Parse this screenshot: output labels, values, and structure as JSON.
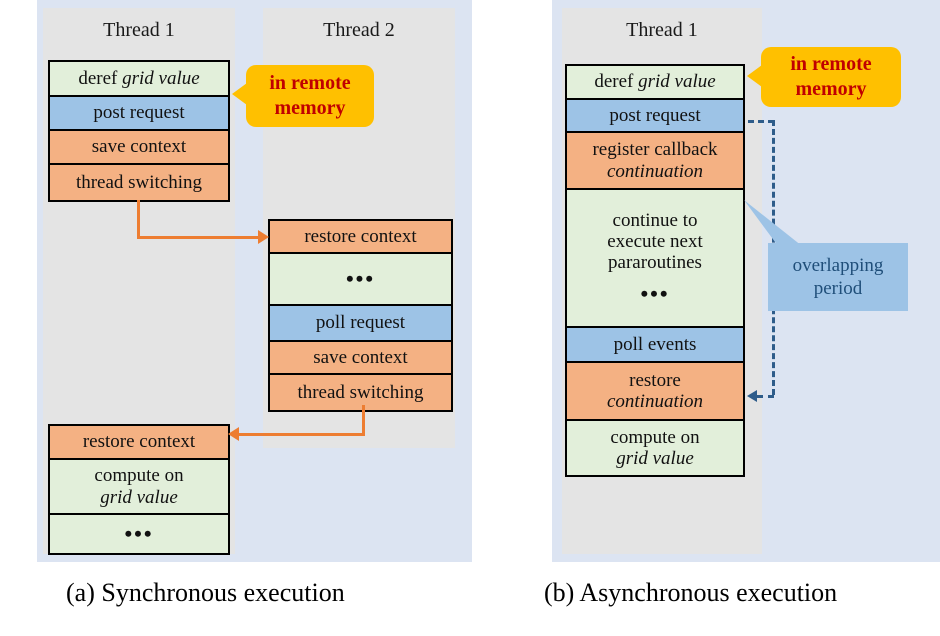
{
  "figure": {
    "panels": [
      {
        "id": "a",
        "caption": "(a) Synchronous execution",
        "columns": [
          {
            "title": "Thread 1",
            "stacks": [
              {
                "cells": [
                  {
                    "text": "deref grid value",
                    "italic_part": "grid value",
                    "color": "green"
                  },
                  {
                    "text": "post request",
                    "color": "blue"
                  },
                  {
                    "text": "save context",
                    "color": "orange"
                  },
                  {
                    "text": "thread switching",
                    "color": "orange"
                  }
                ]
              },
              {
                "cells": [
                  {
                    "text": "restore context",
                    "color": "orange"
                  },
                  {
                    "text": "compute  on grid value",
                    "italic_part": "grid value",
                    "color": "green"
                  },
                  {
                    "text": "•••",
                    "color": "green"
                  }
                ]
              }
            ]
          },
          {
            "title": "Thread 2",
            "stacks": [
              {
                "cells": [
                  {
                    "text": "restore context",
                    "color": "orange"
                  },
                  {
                    "text": "•••",
                    "color": "green"
                  },
                  {
                    "text": "poll request",
                    "color": "blue"
                  },
                  {
                    "text": "save context",
                    "color": "orange"
                  },
                  {
                    "text": "thread switching",
                    "color": "orange"
                  }
                ]
              }
            ]
          }
        ],
        "callouts": [
          {
            "kind": "remote-memory",
            "line1": "in remote",
            "line2": "memory"
          }
        ]
      },
      {
        "id": "b",
        "caption": "(b) Asynchronous execution",
        "columns": [
          {
            "title": "Thread 1",
            "stacks": [
              {
                "cells": [
                  {
                    "text": "deref grid value",
                    "italic_part": "grid value",
                    "color": "green"
                  },
                  {
                    "text": "post request",
                    "color": "blue"
                  },
                  {
                    "text": "register callback continuation",
                    "italic_part": "continuation",
                    "color": "orange"
                  },
                  {
                    "text": "continue to execute next pararoutines •••",
                    "color": "green"
                  },
                  {
                    "text": "poll events",
                    "color": "blue"
                  },
                  {
                    "text": "restore continuation",
                    "italic_part": "continuation",
                    "color": "orange"
                  },
                  {
                    "text": "compute on grid value",
                    "italic_part": "grid value",
                    "color": "green"
                  }
                ]
              }
            ]
          }
        ],
        "callouts": [
          {
            "kind": "remote-memory",
            "line1": "in remote",
            "line2": "memory"
          },
          {
            "kind": "overlapping",
            "line1": "overlapping",
            "line2": "period"
          }
        ]
      }
    ]
  },
  "text": {
    "thread1": "Thread 1",
    "thread2": "Thread 2",
    "deref_prefix": "deref ",
    "grid_value": "grid value",
    "post_request": "post request",
    "save_context": "save context",
    "thread_switching": "thread switching",
    "restore_context": "restore context",
    "compute_on": "compute  on",
    "compute_on_b": "compute on",
    "ellipsis": "•••",
    "poll_request": "poll request",
    "poll_events": "poll events",
    "register_callback": "register callback",
    "continuation": "continuation",
    "restore": "restore",
    "continue_l1": "continue to",
    "continue_l2": "execute next",
    "continue_l3": "pararoutines",
    "in_remote": "in remote",
    "memory": "memory",
    "overlapping": "overlapping",
    "period": "period",
    "caption_a": "(a) Synchronous execution",
    "caption_b": "(b) Asynchronous execution"
  },
  "colors": {
    "panel_bg": "#DCE4F2",
    "column_bg": "#E4E4E4",
    "green": "#E2EFDA",
    "blue": "#9DC3E6",
    "orange": "#F4B183",
    "arrow_orange": "#ED7D31",
    "dashed_blue": "#2E5C8A",
    "callout_yellow": "#FFC000",
    "callout_yellow_text": "#C00000",
    "callout_blue_text": "#1F4E79",
    "border": "#000000"
  }
}
